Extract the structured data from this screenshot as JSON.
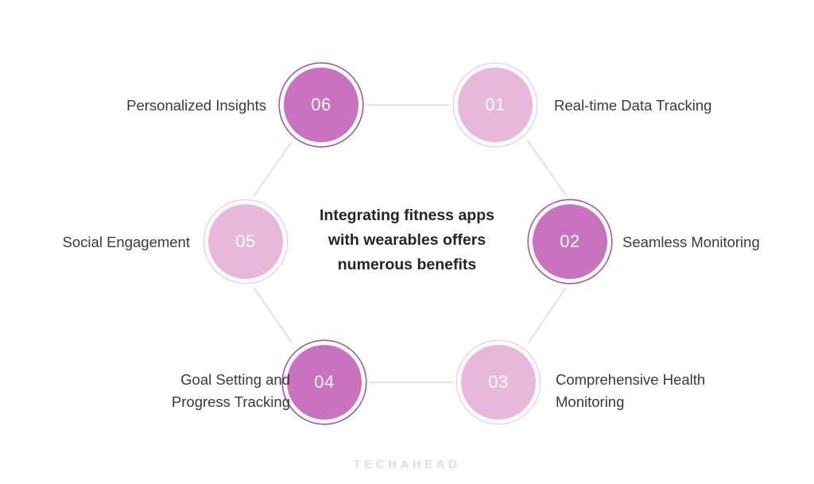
{
  "background_color": "#ffffff",
  "center": {
    "text": "Integrating fitness apps\nwith wearables offers\nnumerous benefits"
  },
  "palette": {
    "dark_fill": "#c872c0",
    "dark_ring": "#a855a0",
    "light_fill": "#e8b8dc",
    "light_ring": "#eccde4",
    "connector_line": "#e4e4e4",
    "label_text": "#3a3a3a",
    "center_text": "#252525",
    "number_text": "#ffffff",
    "watermark_text": "#dedede"
  },
  "nodes": [
    {
      "id": "01",
      "number": "01",
      "label": "Real-time Data Tracking",
      "tone": "light",
      "position": "top-right",
      "label_side": "right"
    },
    {
      "id": "02",
      "number": "02",
      "label": "Seamless Monitoring",
      "tone": "dark",
      "position": "right",
      "label_side": "right"
    },
    {
      "id": "03",
      "number": "03",
      "label": "Comprehensive Health\nMonitoring",
      "tone": "light",
      "position": "bottom-right",
      "label_side": "right"
    },
    {
      "id": "04",
      "number": "04",
      "label": "Goal Setting and\nProgress Tracking",
      "tone": "dark",
      "position": "bottom-left",
      "label_side": "left"
    },
    {
      "id": "05",
      "number": "05",
      "label": "Social Engagement",
      "tone": "light",
      "position": "left",
      "label_side": "left"
    },
    {
      "id": "06",
      "number": "06",
      "label": "Personalized Insights",
      "tone": "dark",
      "position": "top-left",
      "label_side": "left"
    }
  ],
  "watermark": {
    "text": "TECHAHEAD"
  }
}
